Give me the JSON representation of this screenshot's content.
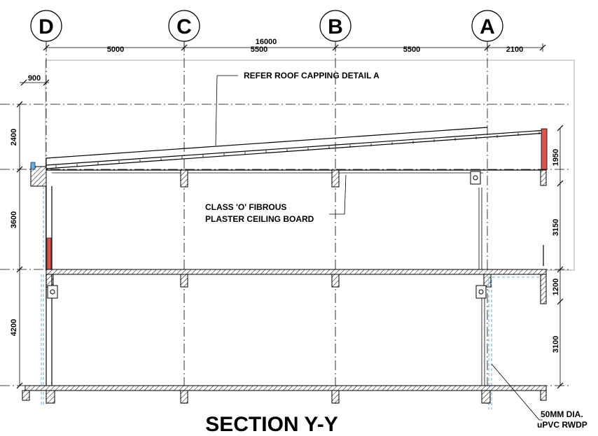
{
  "grid_labels": [
    "D",
    "C",
    "B",
    "A"
  ],
  "dimensions": {
    "overall": "16000",
    "bay_dc": "5000",
    "bay_cb": "5500",
    "bay_ba": "5500",
    "overhang_right": "2100",
    "overhang_left": "900",
    "roof_left_height": "2400",
    "roof_right_height": "1950",
    "upper_floor_left": "3600",
    "upper_floor_right": "3150",
    "parapet_right": "1200",
    "ground_floor_left": "4200",
    "ground_floor_right": "3100"
  },
  "notes": {
    "roof_capping": "REFER ROOF CAPPING DETAIL A",
    "ceiling_line1": "CLASS 'O' FIBROUS",
    "ceiling_line2": "PLASTER CEILING BOARD",
    "rwdp_line1": "50MM DIA.",
    "rwdp_line2": "uPVC RWDP"
  },
  "title": "SECTION Y-Y",
  "colors": {
    "line": "#000000",
    "red_detail": "#d9534f",
    "blue_pipe": "#6fa8dc"
  }
}
